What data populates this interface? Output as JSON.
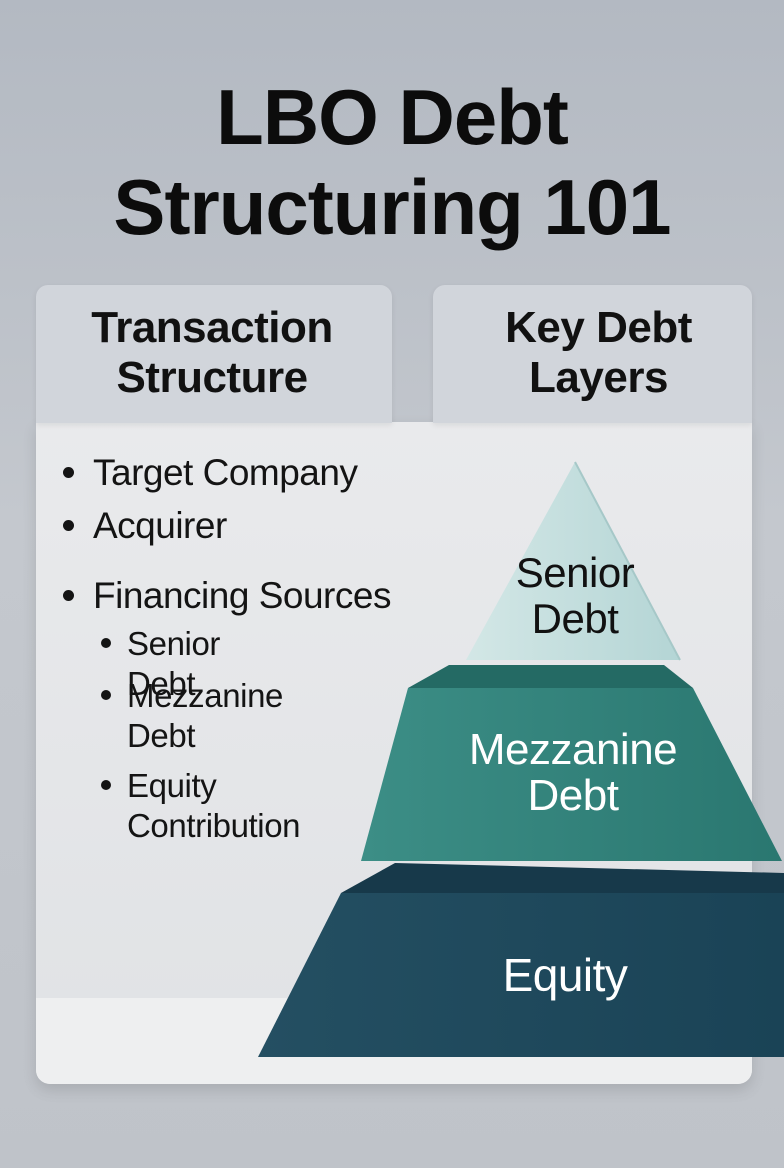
{
  "title": {
    "line1": "LBO Debt",
    "line2": "Structuring 101"
  },
  "columns": {
    "left_header": "Transaction\nStructure",
    "right_header": "Key Debt\nLayers"
  },
  "transaction_structure": {
    "items": [
      "Target Company",
      "Acquirer",
      "Financing Sources"
    ],
    "financing_sources": [
      "Senior Debt",
      "Mezzanine\nDebt",
      "Equity\nContribution"
    ]
  },
  "pyramid": {
    "layers": [
      {
        "label": "Senior\nDebt",
        "color": "#bfdcdc",
        "text_color": "#111111"
      },
      {
        "label": "Mezzanine\nDebt",
        "color": "#2f7f77",
        "text_color": "#ffffff"
      },
      {
        "label": "Equity",
        "color": "#1d4a5c",
        "text_color": "#ffffff"
      }
    ]
  }
}
